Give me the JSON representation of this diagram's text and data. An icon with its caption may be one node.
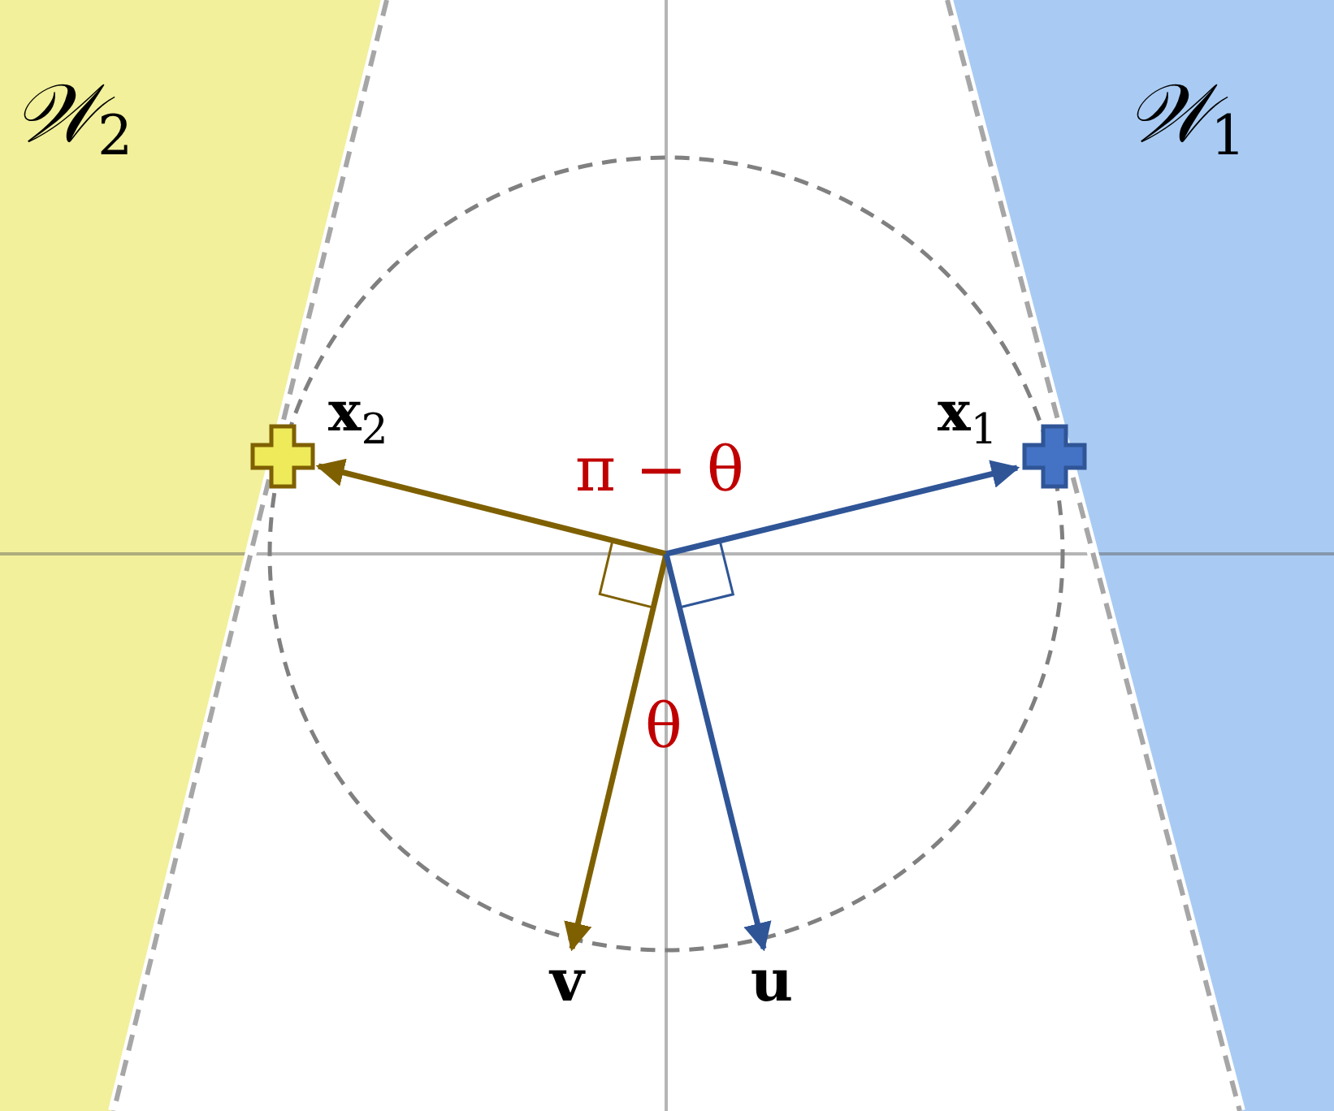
{
  "diagram": {
    "nodes": [
      {
        "text": [
          "𝒲$_{2}$"
        ]
      },
      {
        "text": [
          "𝒲$_{1}$"
        ]
      },
      {
        "text": [],
        "shape": "cross",
        "beside": [
          "**x**$_{2}$"
        ]
      },
      {
        "text": [],
        "shape": "cross",
        "beside": [
          "**x**$_{1}$"
        ]
      },
      {
        "text": [
          "v"
        ]
      },
      {
        "text": [
          "u"
        ]
      }
    ],
    "edges": [
      {
        "from": null,
        "to": 2,
        "arrow": "to",
        "color": "#7f6000"
      },
      {
        "from": null,
        "to": 3,
        "arrow": "to",
        "color": "#2f5597"
      },
      {
        "from": null,
        "to": 4,
        "arrow": "to",
        "color": "#7f6000"
      },
      {
        "from": null,
        "to": 5,
        "arrow": "to",
        "color": "#2f5597"
      }
    ],
    "labels": [
      "π − θ",
      "θ"
    ]
  }
}
